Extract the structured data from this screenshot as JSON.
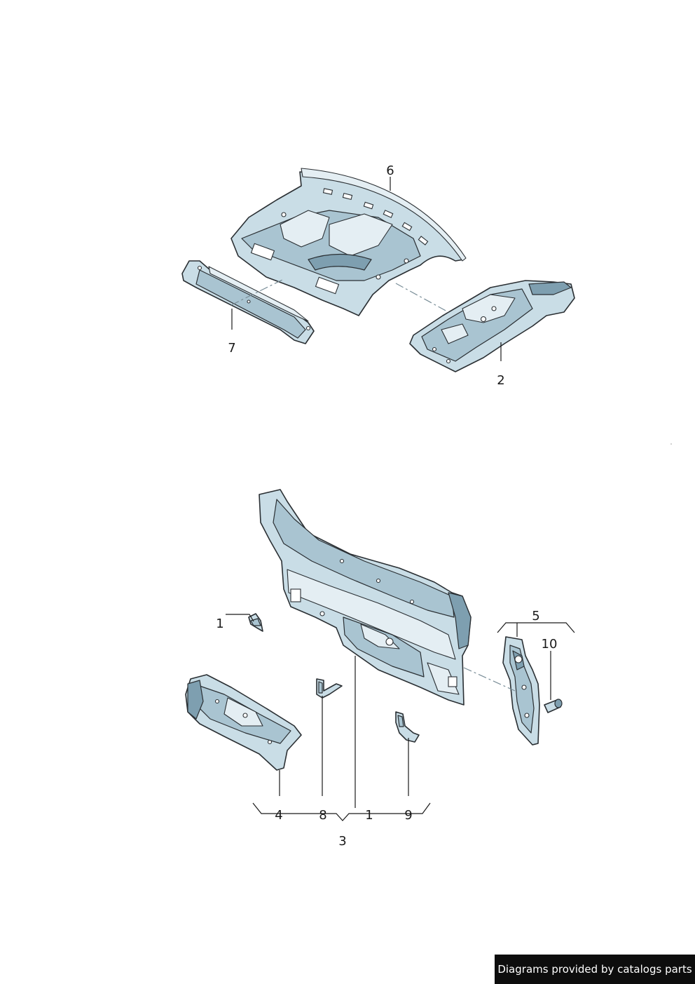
{
  "labels": {
    "l6": "6",
    "l7": "7",
    "l2": "2",
    "l1a": "1",
    "l5": "5",
    "l10": "10",
    "l4": "4",
    "l8": "8",
    "l1b": "1",
    "l9": "9",
    "l3": "3"
  },
  "credit": "Diagrams provided by catalogs parts",
  "colors": {
    "part_fill": "#c9dde6",
    "part_shade": "#a9c4d1",
    "part_dark": "#7e9fb0",
    "outline": "#2a2f33",
    "credit_bg": "#0d0d0d"
  }
}
